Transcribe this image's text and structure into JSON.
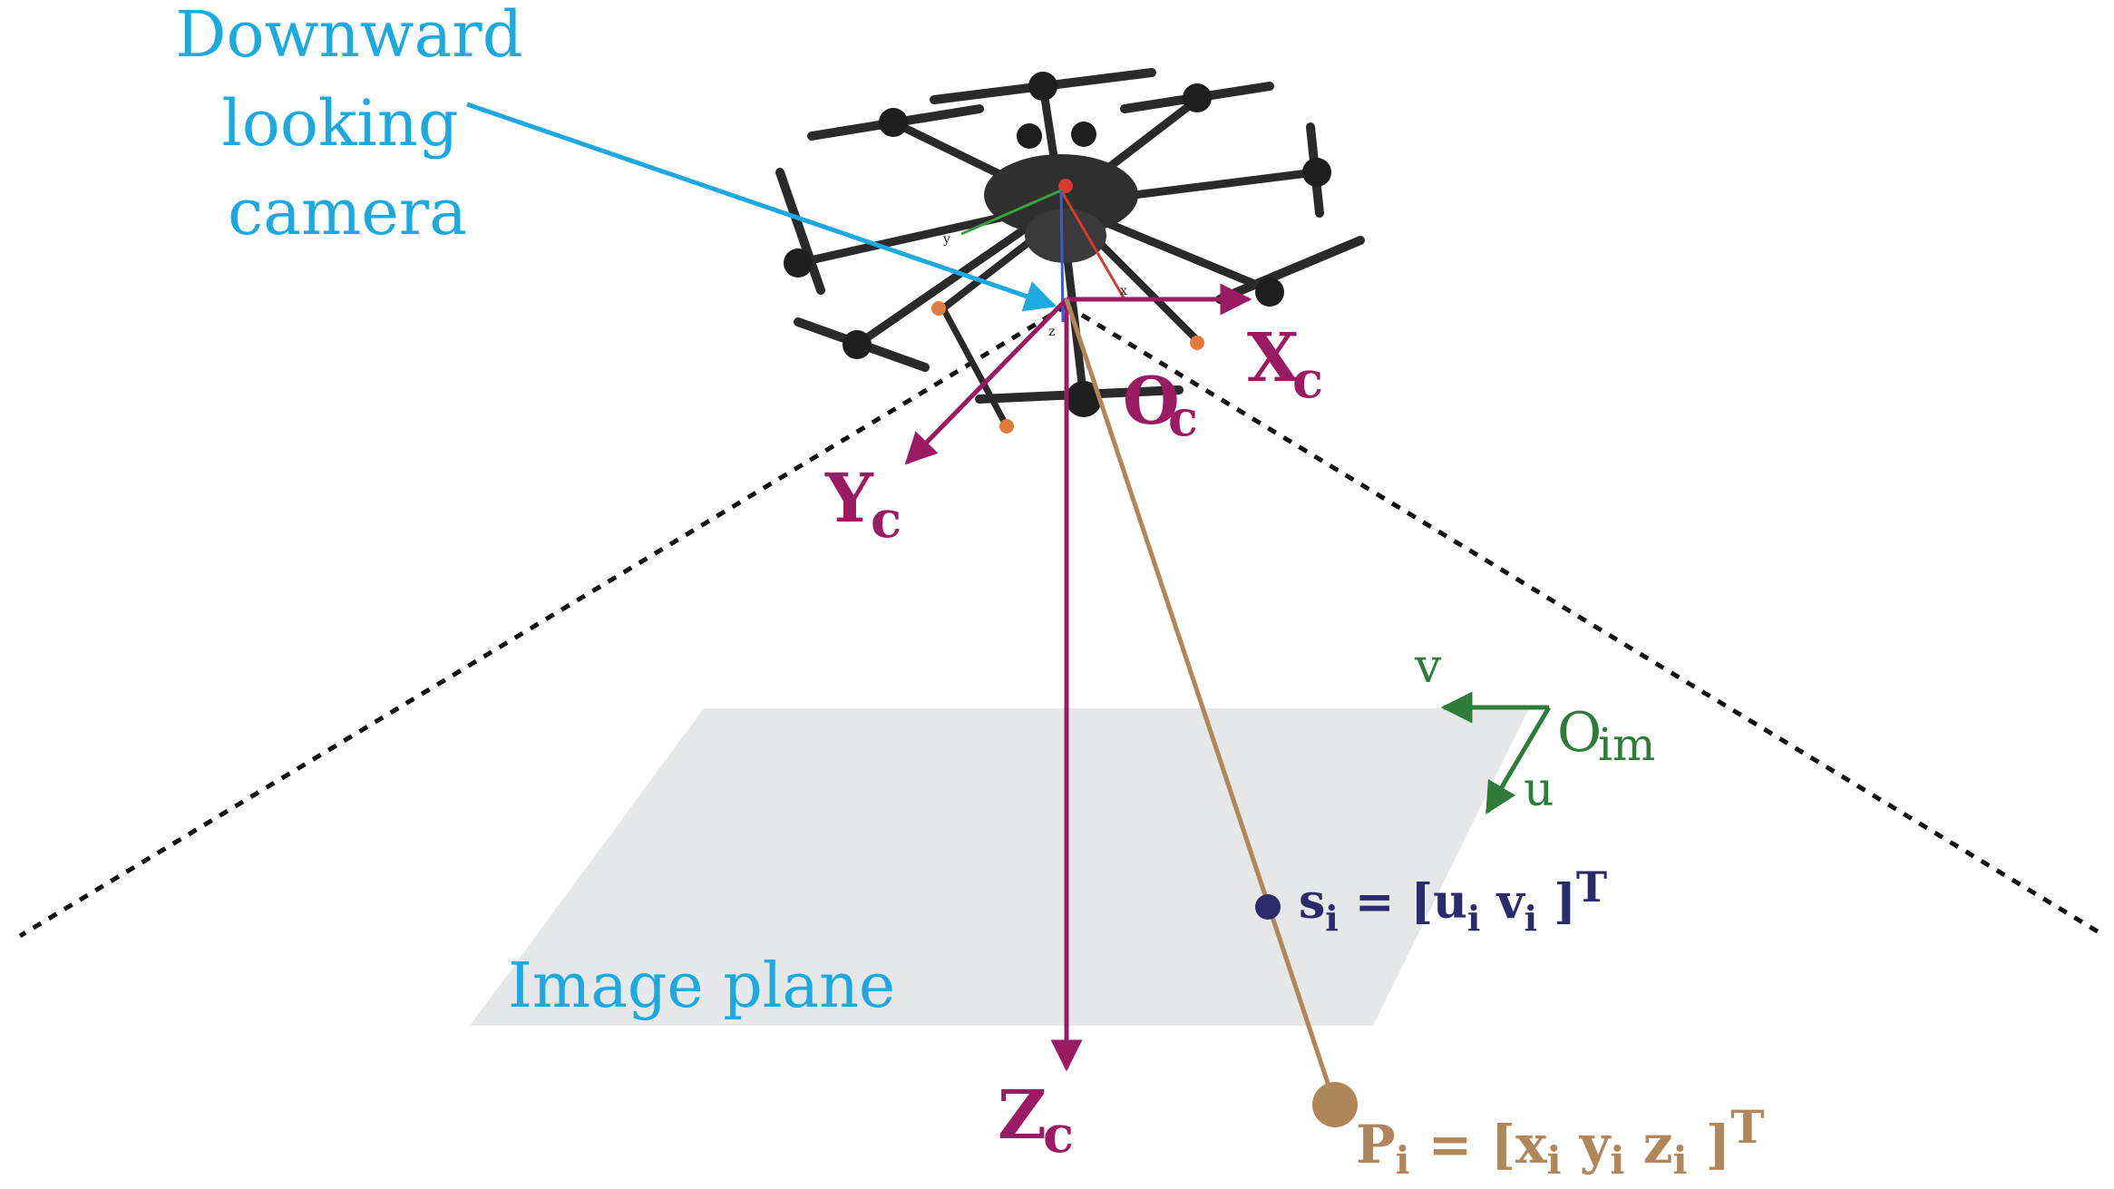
{
  "labels": {
    "camera_line1": "Downward",
    "camera_line2": "looking",
    "camera_line3": "camera",
    "image_plane": "Image plane",
    "xc_main": "X",
    "xc_sub": "c",
    "yc_main": "Y",
    "yc_sub": "c",
    "zc_main": "Z",
    "zc_sub": "c",
    "oc_main": "O",
    "oc_sub": "c",
    "oim_main": "O",
    "oim_sub": "im",
    "u": "u",
    "v": "v",
    "si_s": "s",
    "si_i": "i",
    "si_eq": " = [u",
    "si_ui": "i",
    "si_v": "  v",
    "si_vi": "i",
    "si_close": " ]",
    "si_T": "T",
    "pi_p": "P",
    "pi_i": "i",
    "pi_eq": " = [x",
    "pi_xi": "i",
    "pi_y": "  y",
    "pi_yi": "i",
    "pi_z": "  z",
    "pi_zi": "i",
    "pi_close": " ]",
    "pi_T": "T",
    "drone_axis_x": "x",
    "drone_axis_y": "y",
    "drone_axis_z": "z"
  },
  "colors": {
    "camera_blue": "#1ca9e0",
    "axis_magenta": "#9b1b63",
    "image_green": "#2e7b3a",
    "point_navy": "#2b2a6b",
    "ray_brown": "#b0875a",
    "plane_gray": "#e6e7e8",
    "fov_black": "#111111",
    "drone_dark": "#2a2a2a"
  },
  "icons": [
    "drone-icon"
  ]
}
